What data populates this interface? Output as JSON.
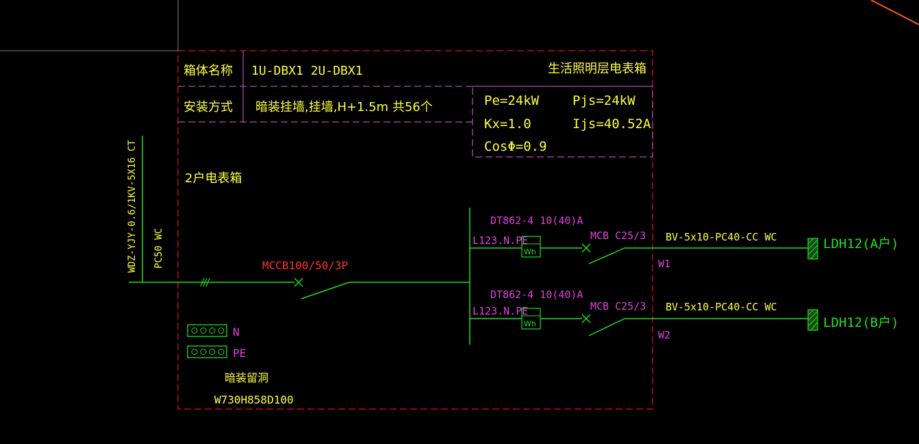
{
  "colors": {
    "background": "#000000",
    "frame": "#e01030",
    "table_border": "#e060e0",
    "text_yellow": "#ffff40",
    "wire_green": "#20e020",
    "text_magenta": "#e040e0",
    "text_red": "#ff3030",
    "corner_line": "#ff5a20",
    "grid_line": "#808080"
  },
  "header": {
    "box_name_label": "箱体名称",
    "box_name_value": "1U-DBX1 2U-DBX1",
    "box_title": "生活照明层电表箱",
    "install_label": "安装方式",
    "install_value": "暗装挂墙,挂墙,H+1.5m 共56个"
  },
  "params": {
    "pe": "Pe=24kW",
    "kx": "Kx=1.0",
    "cos": "CosΦ=0.9",
    "pjs": "Pjs=24kW",
    "ijs": "Ijs=40.52A"
  },
  "box_label": "2户电表箱",
  "incoming": {
    "cable": "WDZ-YJY-0.6/1KV-5X16 CT",
    "conduit": "PC50 WC",
    "breaker": "MCCB100/50/3P"
  },
  "circuits": [
    {
      "meter": "DT862-4 10(40)A",
      "phase": "L123.N.PE",
      "meter_symbol": "Wh",
      "mcb": "MCB C25/3",
      "cable": "BV-5x10-PC40-CC WC",
      "wire_id": "W1",
      "load": "LDH12(A户)"
    },
    {
      "meter": "DT862-4 10(40)A",
      "phase": "L123.N.PE",
      "meter_symbol": "Wh",
      "mcb": "MCB C25/3",
      "cable": "BV-5x10-PC40-CC WC",
      "wire_id": "W2",
      "load": "LDH12(B户)"
    }
  ],
  "terminals": {
    "n_label": "N",
    "pe_label": "PE"
  },
  "reserved_hole": {
    "label": "暗装留洞",
    "size": "W730H858D100"
  }
}
